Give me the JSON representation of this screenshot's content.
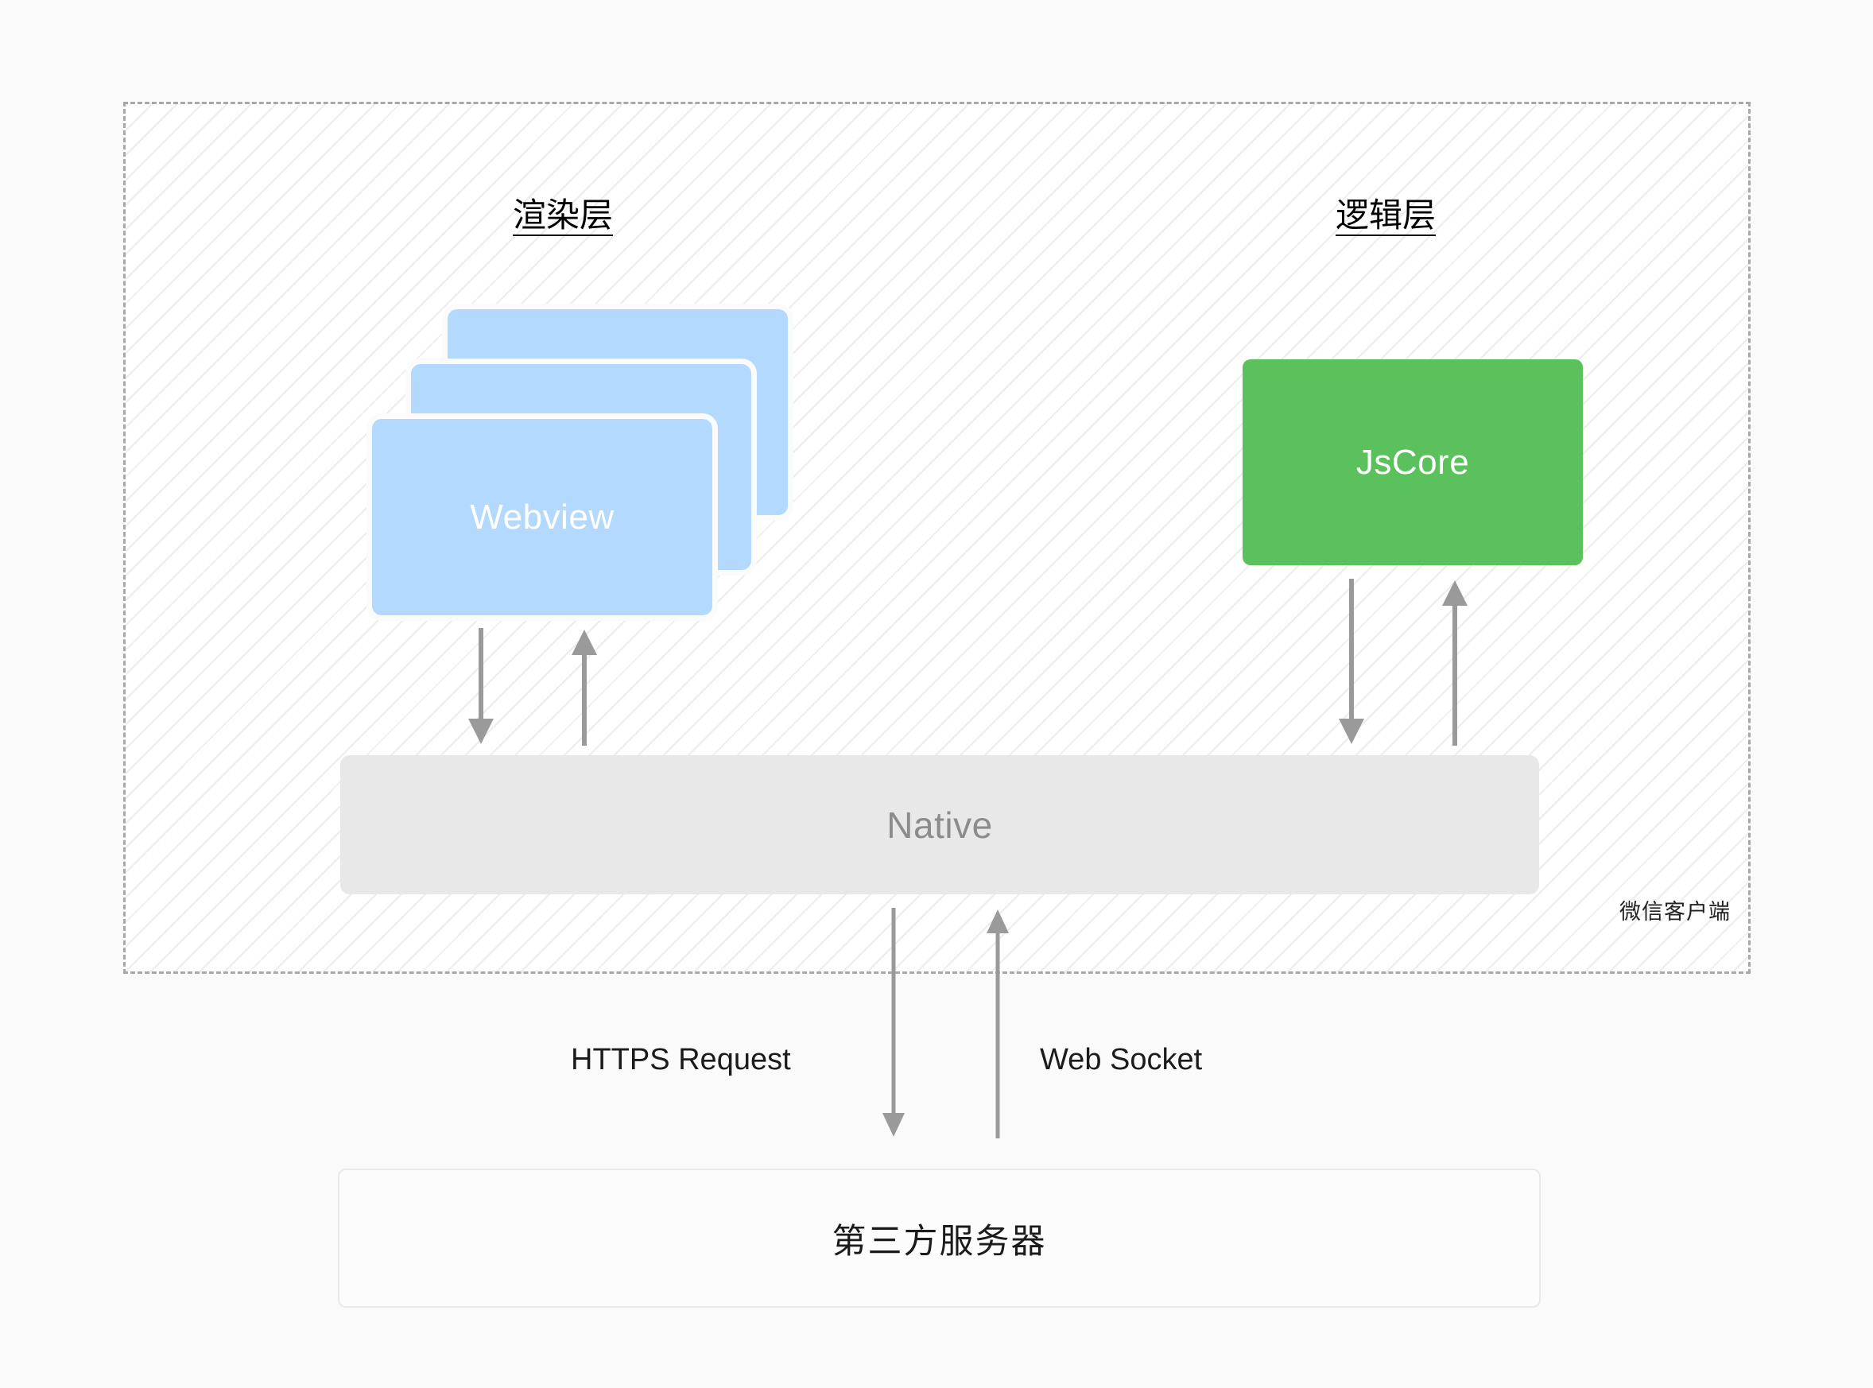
{
  "diagram": {
    "title_render_layer": "渲染层",
    "title_logic_layer": "逻辑层",
    "client_container_label": "微信客户端",
    "webview_label": "Webview",
    "jscore_label": "JsCore",
    "native_label": "Native",
    "server_label": "第三方服务器",
    "protocol_labels": {
      "https": "HTTPS Request",
      "websocket": "Web Socket"
    },
    "colors": {
      "page_background": "#fafafa",
      "webview_blue": "#b3d9fe",
      "jscore_green": "#5bc15c",
      "native_gray": "#e8e8e8",
      "native_text": "#8c8c8c",
      "arrow_gray": "#9a9a9a",
      "dashed_border": "#a8a8a8",
      "server_border": "#e9e9e9",
      "hatch_line": "#ececec",
      "card_text": "#ffffff"
    },
    "webview_stack_count": 3
  }
}
